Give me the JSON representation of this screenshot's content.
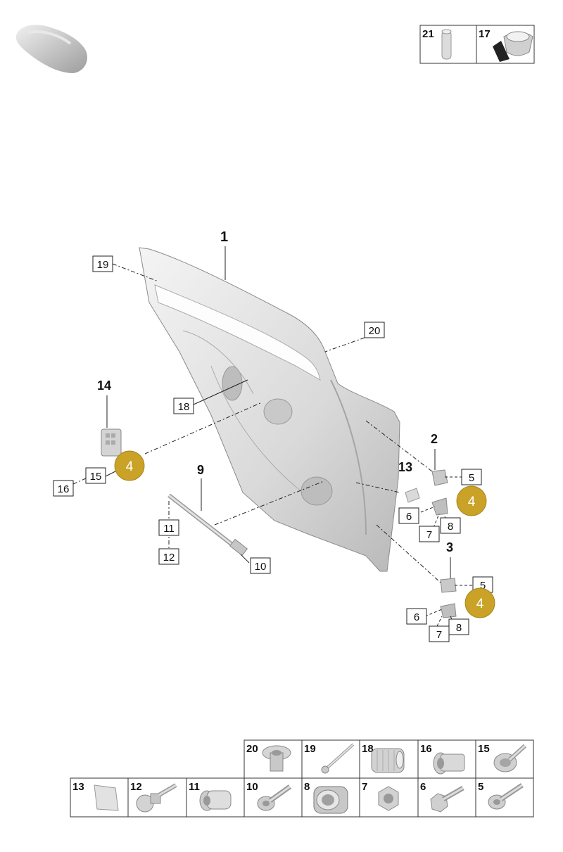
{
  "thumbnail": {
    "icon": "car-silhouette-icon"
  },
  "top_tiles": [
    {
      "number": "21",
      "icon": "pin-icon"
    },
    {
      "number": "17",
      "icon": "grommet-icon"
    }
  ],
  "callouts": {
    "main_part": "1",
    "part_2": "2",
    "part_3": "3",
    "part_9": "9",
    "part_13": "13",
    "part_14": "14",
    "gold_left": "4",
    "gold_hinge_upper": "4",
    "gold_hinge_lower": "4",
    "box_19": "19",
    "box_20": "20",
    "box_18": "18",
    "box_15": "15",
    "box_16": "16",
    "box_11": "11",
    "box_12": "12",
    "box_10": "10",
    "box_5_upper": "5",
    "box_6_upper": "6",
    "box_7_upper": "7",
    "box_8_upper": "8",
    "box_5_lower": "5",
    "box_6_lower": "6",
    "box_7_lower": "7",
    "box_8_lower": "8"
  },
  "legend_row_top": [
    {
      "number": "20",
      "icon": "rivet-nut-icon"
    },
    {
      "number": "19",
      "icon": "rod-bolt-icon"
    },
    {
      "number": "18",
      "icon": "knurled-nut-icon"
    },
    {
      "number": "16",
      "icon": "flange-nut-icon"
    },
    {
      "number": "15",
      "icon": "washer-bolt-icon"
    }
  ],
  "legend_row_bottom": [
    {
      "number": "13",
      "icon": "pad-icon"
    },
    {
      "number": "12",
      "icon": "ball-stud-icon"
    },
    {
      "number": "11",
      "icon": "sleeve-icon"
    },
    {
      "number": "10",
      "icon": "collar-bolt-icon"
    },
    {
      "number": "8",
      "icon": "bushing-icon"
    },
    {
      "number": "7",
      "icon": "hex-nut-icon"
    },
    {
      "number": "6",
      "icon": "hex-bolt-icon"
    },
    {
      "number": "5",
      "icon": "torx-bolt-icon"
    }
  ],
  "colors": {
    "callout_gold": "#c9a227",
    "outline": "#333333"
  }
}
